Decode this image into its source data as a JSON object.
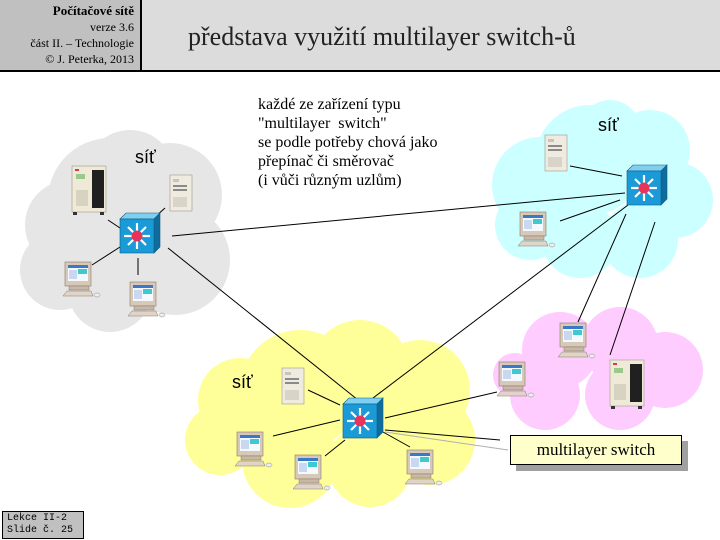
{
  "header": {
    "course": "Počítačové sítě",
    "version": "verze 3.6",
    "part": "část  II. –  Technologie",
    "copyright": "© J. Peterka, 2013",
    "title": "představa využití multilayer switch-ů"
  },
  "note": {
    "lines": [
      "každé ze zařízení typu",
      "\"multilayer  switch\"",
      "se podle potřeby chová jako",
      "přepínač či směrovač",
      "(i vůči různým uzlům)"
    ]
  },
  "networks": [
    {
      "id": "left",
      "label": "síť",
      "color": "#e6e6e6"
    },
    {
      "id": "top-right",
      "label": "síť",
      "color": "#ccffff"
    },
    {
      "id": "bottom",
      "label": "síť",
      "color": "#ffff99"
    },
    {
      "id": "right-pink",
      "color": "#ffccff"
    }
  ],
  "callout": {
    "label": "multilayer switch"
  },
  "footer": {
    "line1": "Lekce II-2",
    "line2": "Slide č. 25"
  },
  "colors": {
    "switch_blue": "#1a9ad6",
    "switch_dot": "#e8345a"
  }
}
